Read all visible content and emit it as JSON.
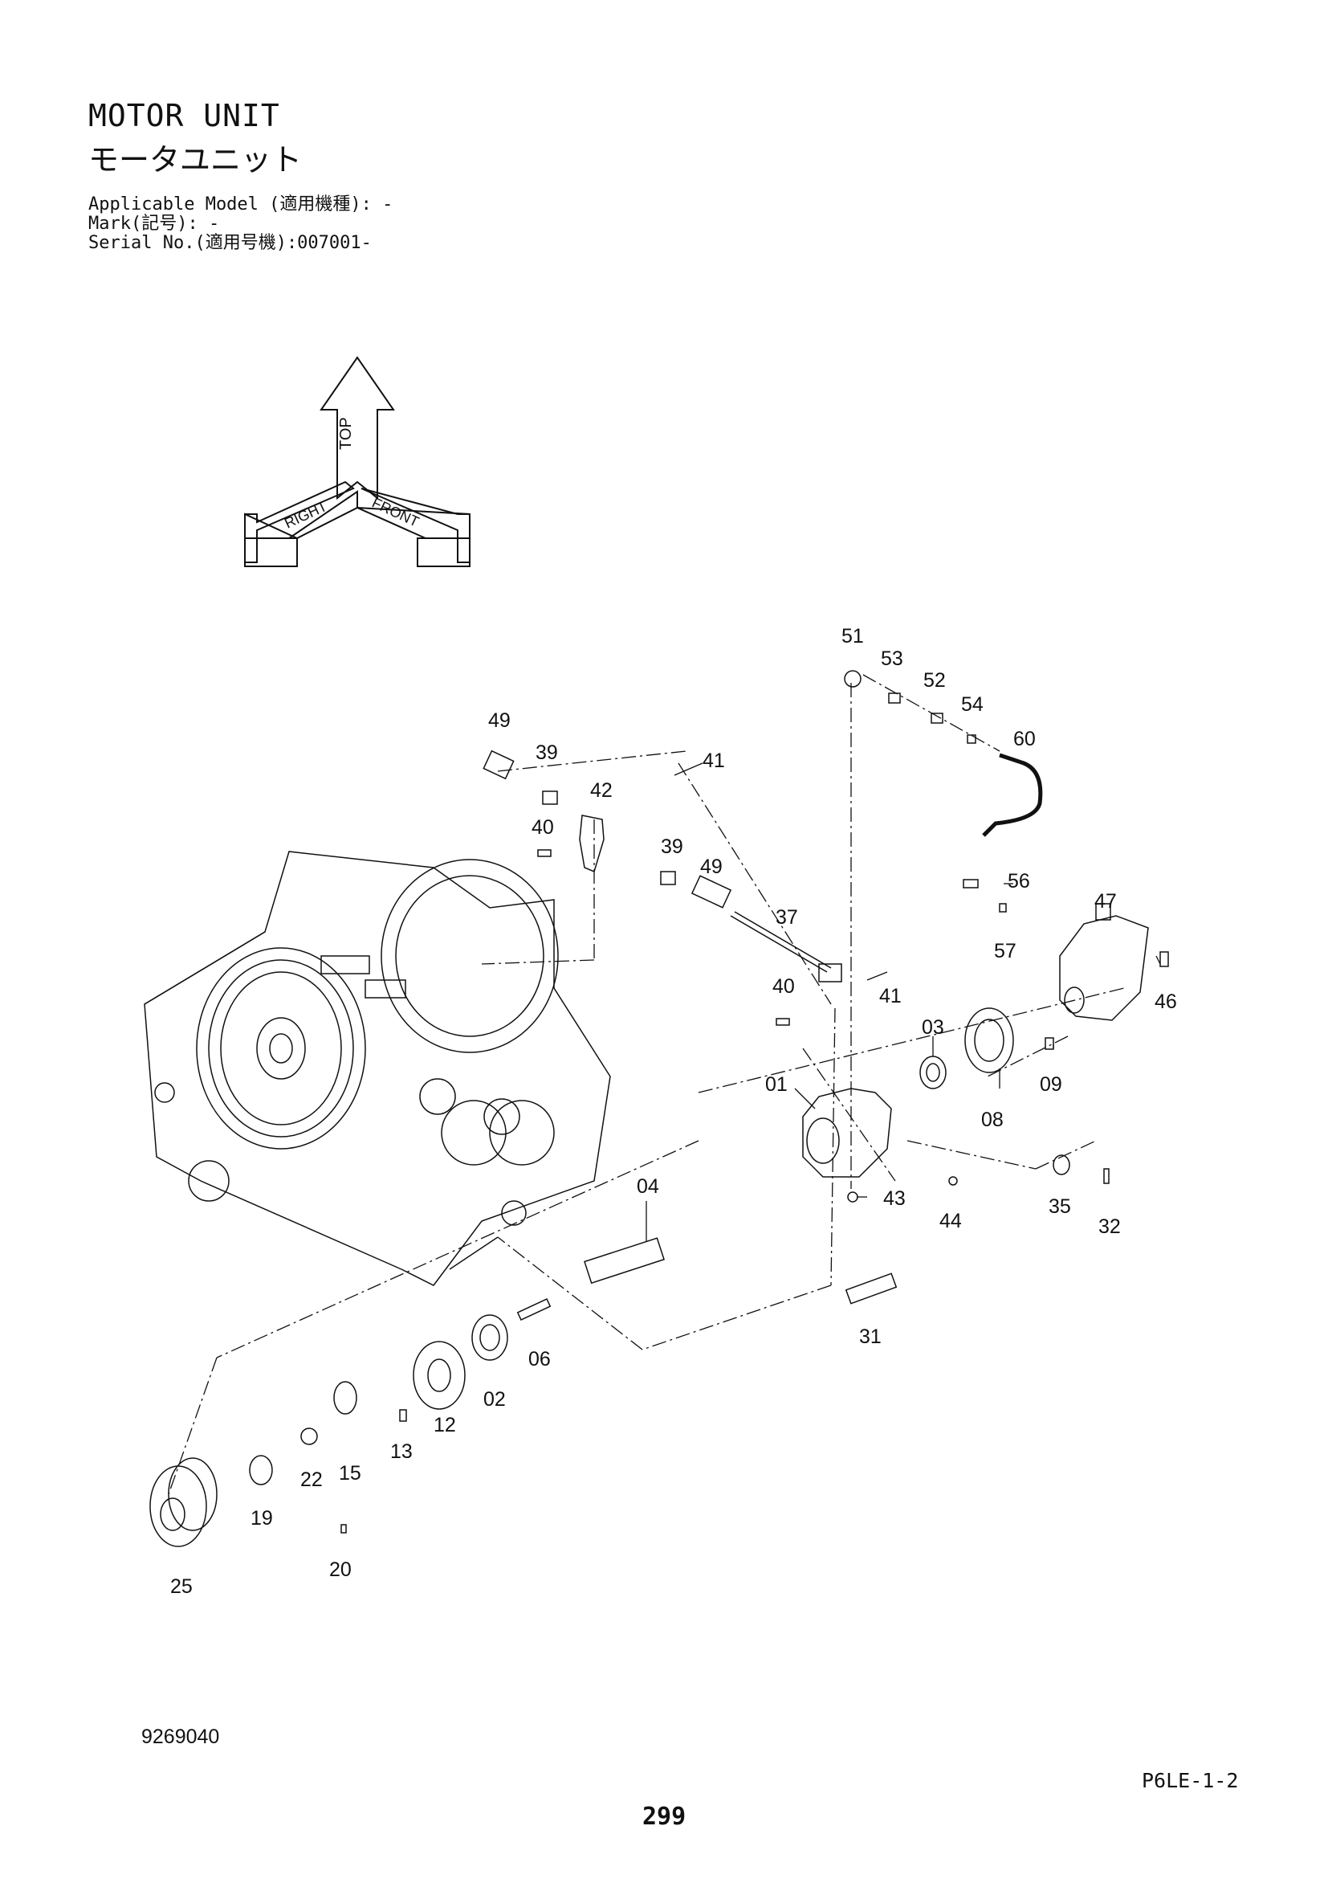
{
  "header": {
    "title_en": "MOTOR UNIT",
    "title_jp": "モータユニット",
    "applicable_model": "Applicable Model (適用機種): -",
    "mark": "Mark(記号): -",
    "serial": "Serial No.(適用号機):007001-"
  },
  "orientation": {
    "top": "TOP",
    "right": "RIGHT",
    "front": "FRONT"
  },
  "callouts": [
    "51",
    "53",
    "52",
    "54",
    "60",
    "49",
    "39",
    "41",
    "42",
    "40",
    "39",
    "49",
    "56",
    "47",
    "37",
    "57",
    "40",
    "41",
    "46",
    "03",
    "09",
    "01",
    "08",
    "04",
    "43",
    "44",
    "35",
    "32",
    "31",
    "06",
    "02",
    "12",
    "13",
    "15",
    "22",
    "19",
    "20",
    "25"
  ],
  "footer": {
    "drawing_number": "9269040",
    "page_ref": "P6LE-1-2",
    "page_number": "299"
  },
  "colors": {
    "ink": "#111111",
    "paper": "#ffffff"
  }
}
